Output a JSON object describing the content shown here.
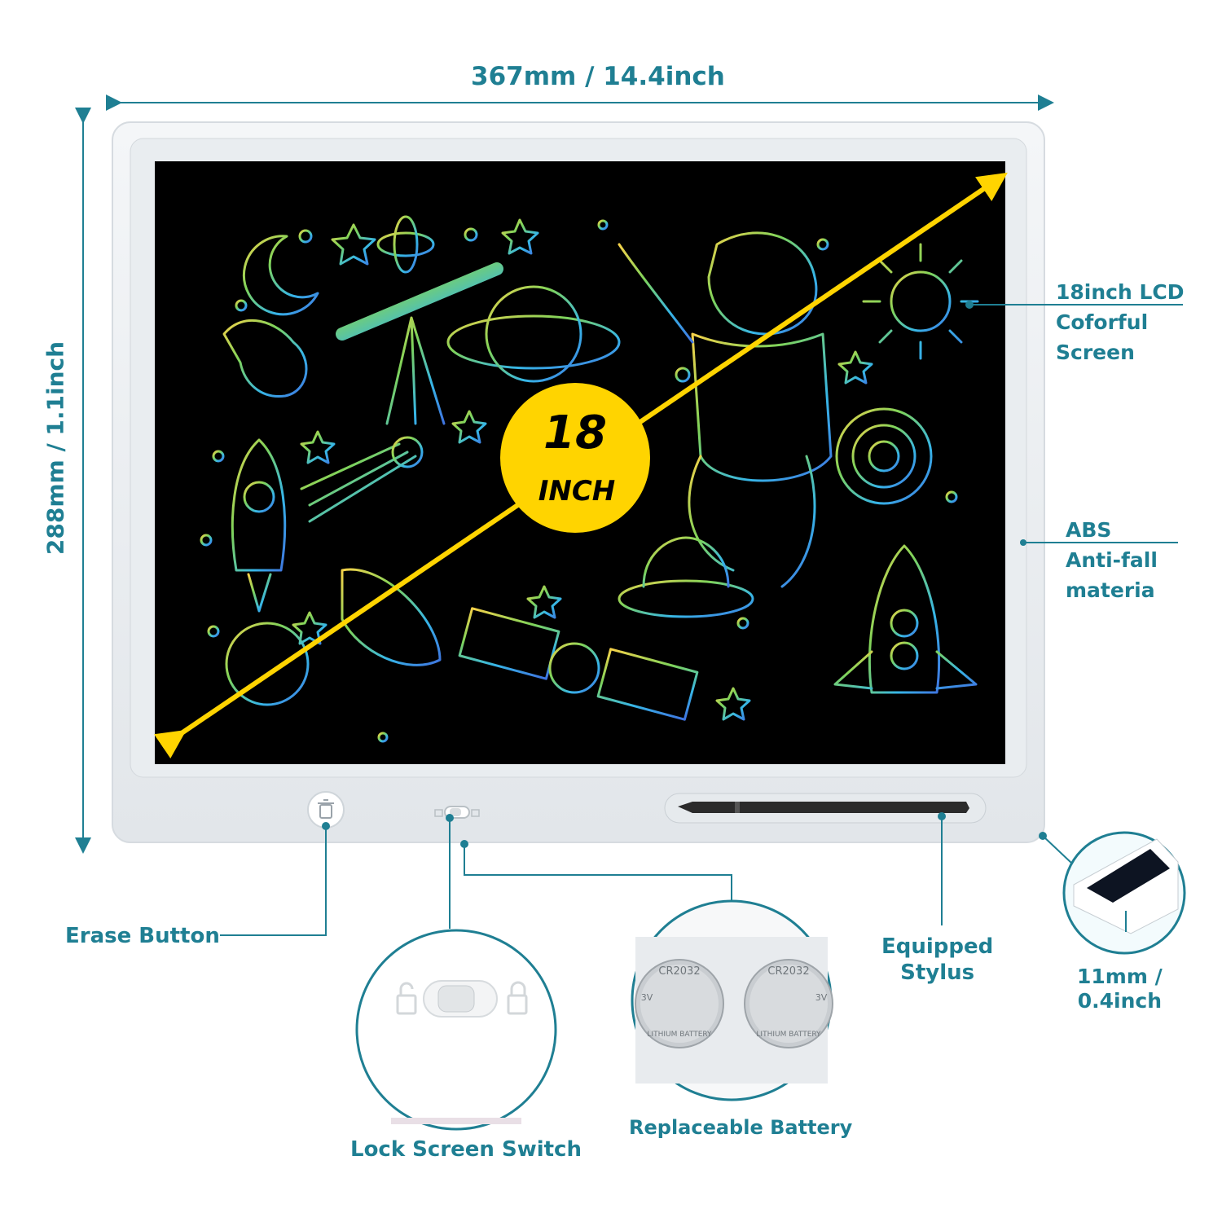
{
  "dimensions": {
    "width_label": "367mm / 14.4inch",
    "height_label": "288mm / 1.1inch"
  },
  "badge": {
    "size": "18",
    "unit": "INCH"
  },
  "callouts": {
    "screen": [
      "18inch LCD",
      "Coforful",
      "Screen"
    ],
    "material": [
      "ABS",
      "Anti-fall",
      "materia"
    ],
    "erase": "Erase Button",
    "lock": "Lock Screen Switch",
    "battery": "Replaceable Battery",
    "stylus": [
      "Equipped",
      "Stylus"
    ],
    "thickness": [
      "11mm /",
      "0.4inch"
    ]
  },
  "battery_print": {
    "model": "CR2032",
    "voltage": "3V",
    "type": "LITHIUM BATTERY"
  },
  "colors": {
    "accent": "#1f7f93",
    "badge": "#ffd400",
    "screen": "#000000",
    "frame": "#ffffff"
  },
  "icons": [
    "trash-icon",
    "lock-switch-icon",
    "stylus-icon",
    "battery-icon"
  ]
}
